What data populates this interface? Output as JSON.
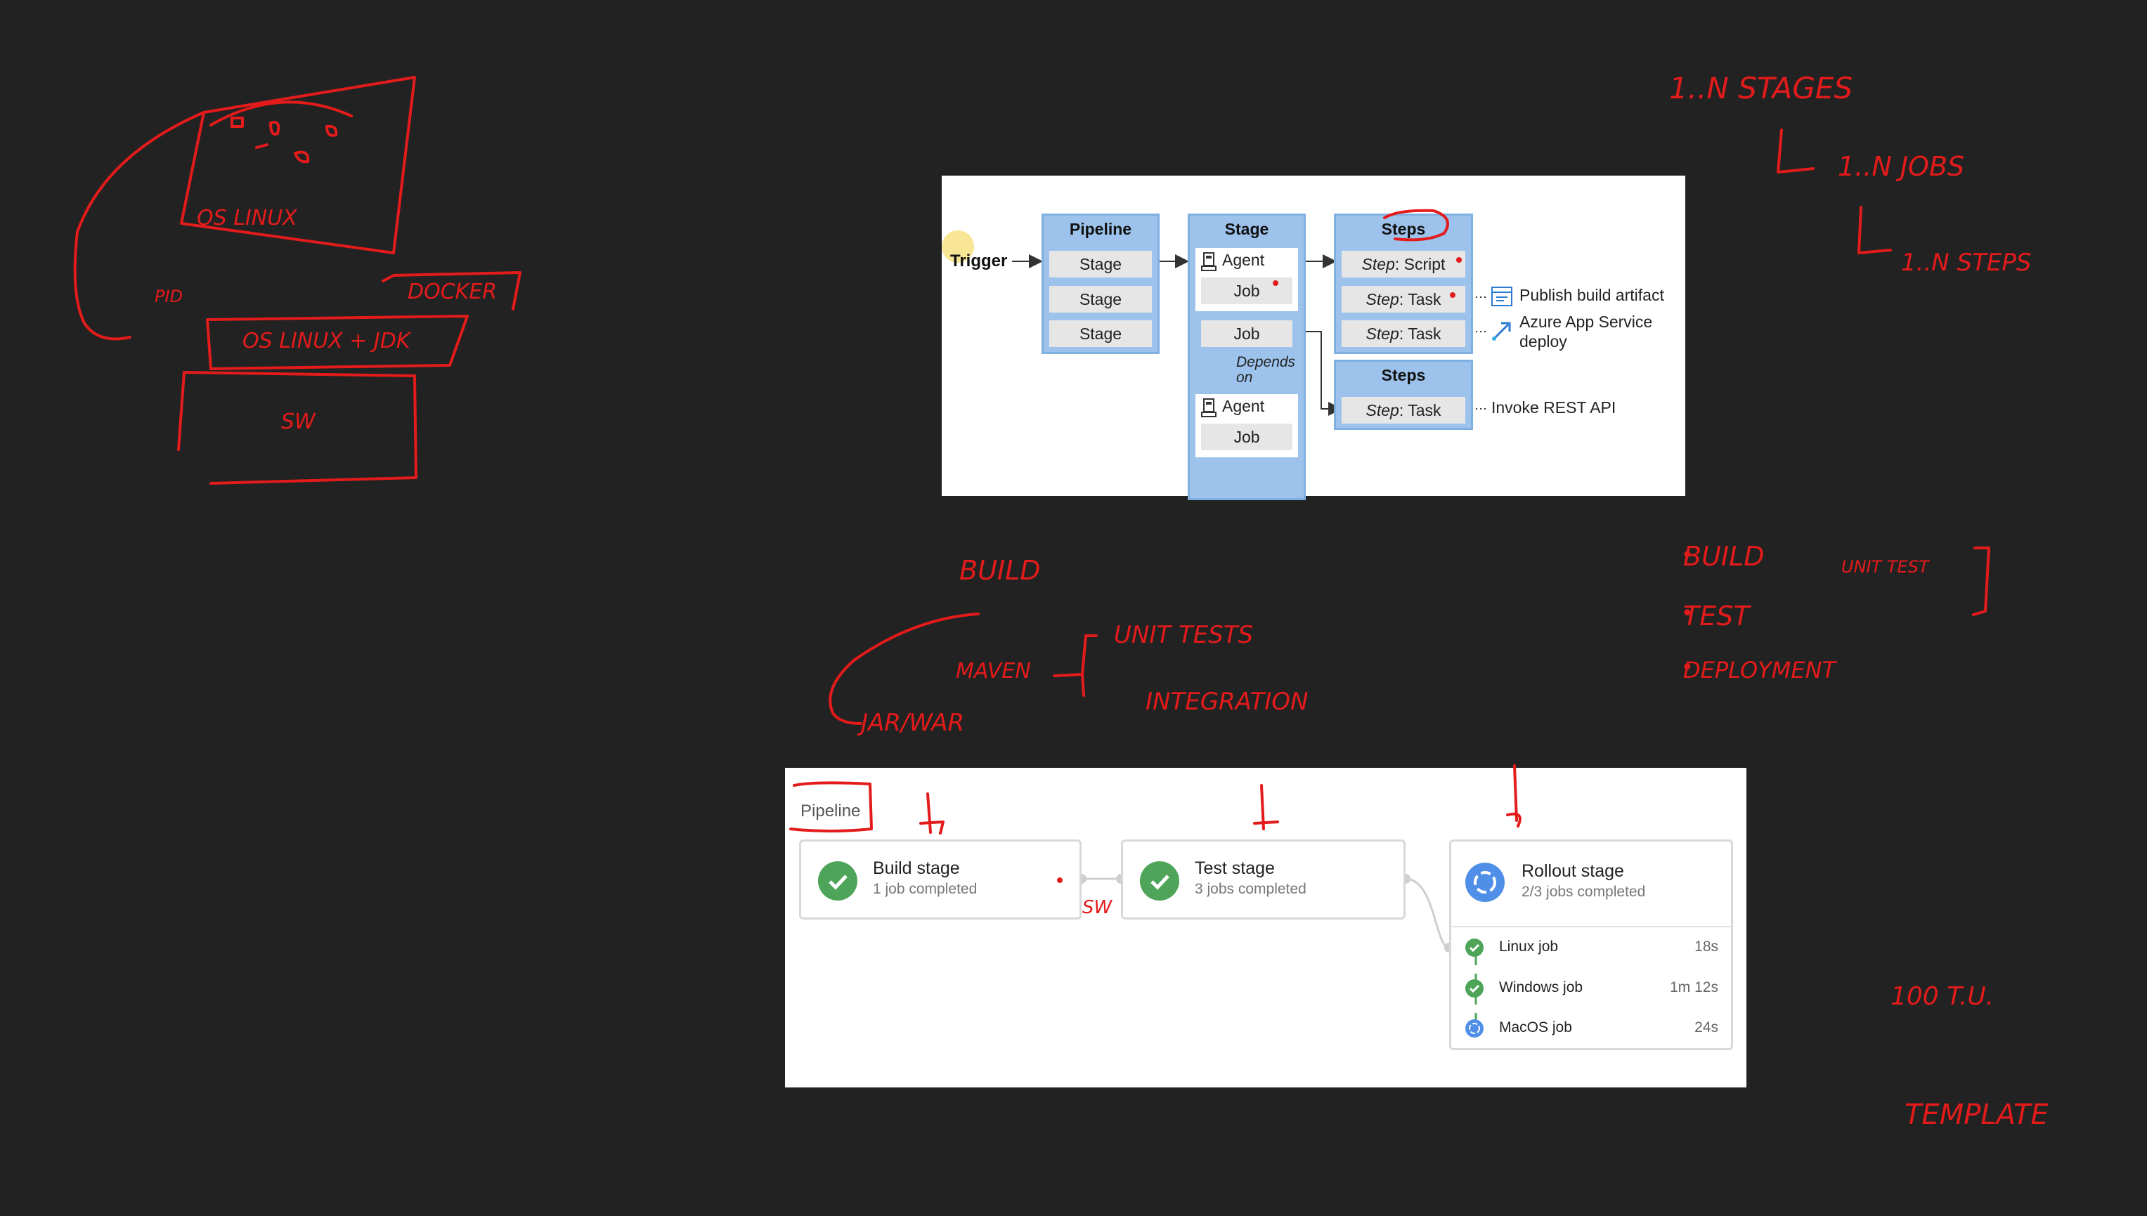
{
  "architecture_diagram": {
    "trigger_label": "Trigger",
    "pipeline": {
      "title": "Pipeline",
      "stages": [
        "Stage",
        "Stage",
        "Stage"
      ]
    },
    "stage": {
      "title": "Stage",
      "agent_label_1": "Agent",
      "job_1": "Job",
      "job_2": "Job",
      "depends_on": "Depends on",
      "agent_label_2": "Agent",
      "job_3": "Job"
    },
    "steps_1": {
      "title": "Steps",
      "items": [
        {
          "prefix": "Step",
          "name": ": Script"
        },
        {
          "prefix": "Step",
          "name": ": Task"
        },
        {
          "prefix": "Step",
          "name": ": Task"
        }
      ]
    },
    "steps_2": {
      "title": "Steps",
      "items": [
        {
          "prefix": "Step",
          "name": ": Task"
        }
      ]
    },
    "notes": {
      "publish": "Publish build artifact",
      "azure_line1": "Azure App Service",
      "azure_line2": "deploy",
      "rest": "Invoke REST API"
    },
    "icons": [
      "agent-icon",
      "artifact-icon",
      "app-service-deploy-icon"
    ]
  },
  "pipeline_run": {
    "label": "Pipeline",
    "stages": [
      {
        "title": "Build stage",
        "status": "1 job completed",
        "state": "success"
      },
      {
        "title": "Test stage",
        "status": "3 jobs completed",
        "state": "success"
      },
      {
        "title": "Rollout stage",
        "status": "2/3 jobs completed",
        "state": "running"
      }
    ],
    "jobs": [
      {
        "name": "Linux job",
        "duration": "18s",
        "state": "success"
      },
      {
        "name": "Windows job",
        "duration": "1m 12s",
        "state": "success"
      },
      {
        "name": "MacOS job",
        "duration": "24s",
        "state": "running"
      }
    ],
    "colors": {
      "success": "#4ea55a",
      "running": "#4f8fe8"
    }
  },
  "annotations": {
    "stages_line": "1..N STAGES",
    "jobs_line": "1..N JOBS",
    "steps_line": "1..N STEPS",
    "build_word": "BUILD",
    "maven": "MAVEN",
    "unit_tests": "UNIT TESTS",
    "integration": "INTEGRATION",
    "jar": "JAR/WAR",
    "list_build": "BUILD",
    "list_build_note": "UNIT TEST",
    "list_test": "TEST",
    "list_deploy": "DEPLOYMENT",
    "hundred": "100 T.U.",
    "template": "TEMPLATE",
    "os_linux": "OS LINUX",
    "os_linux_2": "OS LINUX + JDK",
    "docker": "DOCKER",
    "pid": "PID",
    "sw": "SW",
    "env": "SW"
  },
  "ink_color": "#e31b1b"
}
